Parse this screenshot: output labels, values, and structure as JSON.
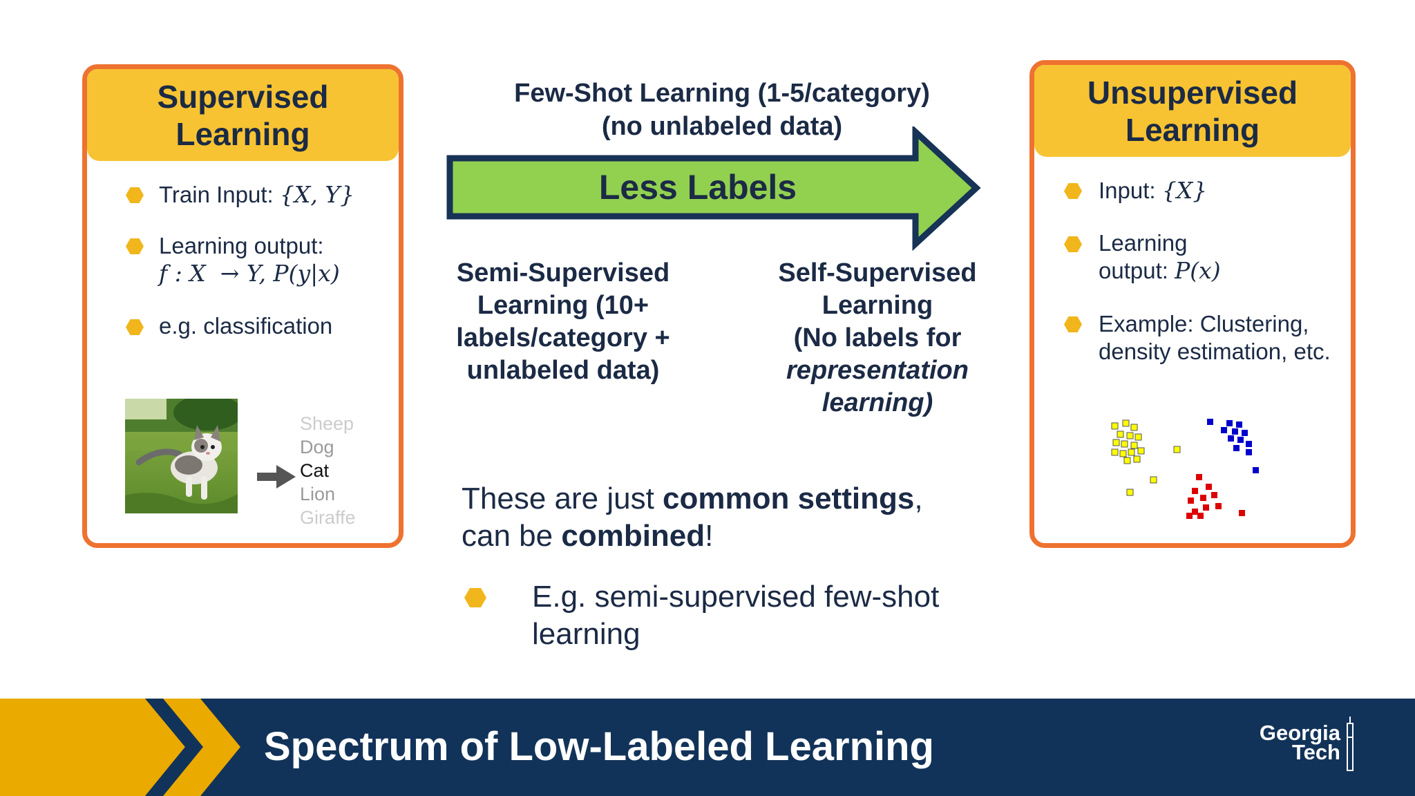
{
  "left_box": {
    "title": "Supervised Learning",
    "bullets": [
      {
        "label": "Train Input: ",
        "math": "{X, Y}"
      },
      {
        "label": "Learning output:",
        "math": "f : X  → Y, P(y|x)"
      },
      {
        "label": "e.g. classification"
      }
    ],
    "classes": [
      "Sheep",
      "Dog",
      "Cat",
      "Lion",
      "Giraffe"
    ],
    "selected_class": "Cat"
  },
  "middle": {
    "few_shot_line1": "Few-Shot Learning (1-5/category)",
    "few_shot_line2": "(no unlabeled data)",
    "arrow_label": "Less Labels",
    "semi_lines": [
      "Semi-Supervised",
      "Learning (10+",
      "labels/category +",
      "unlabeled data)"
    ],
    "self_lines": [
      "Self-Supervised",
      "Learning",
      "(No labels for",
      "representation",
      "learning)"
    ],
    "combined_text": {
      "a": "These are just ",
      "b": "common settings",
      "c": ",",
      "d": "can be ",
      "e": "combined",
      "f": "!"
    },
    "example_bullet_line1": "E.g. semi-supervised few-shot",
    "example_bullet_line2": "learning"
  },
  "right_box": {
    "title": "Unsupervised Learning",
    "bullets": [
      {
        "label": "Input: ",
        "math": "{X}"
      },
      {
        "label": "Learning",
        "label2": "output: ",
        "math": "P(x)"
      },
      {
        "label": "Example: Clustering,",
        "label2": "density estimation, etc."
      }
    ]
  },
  "footer": {
    "title": "Spectrum of Low-Labeled Learning",
    "logo_line1": "Georgia",
    "logo_line2": "Tech"
  },
  "colors": {
    "navy": "#123359",
    "gold": "#f7c332",
    "orange_border": "#ee7230",
    "arrow_green": "#92d050",
    "cluster_yellow": "#ffff00",
    "cluster_blue": "#0000cc",
    "cluster_red": "#dd0000"
  }
}
